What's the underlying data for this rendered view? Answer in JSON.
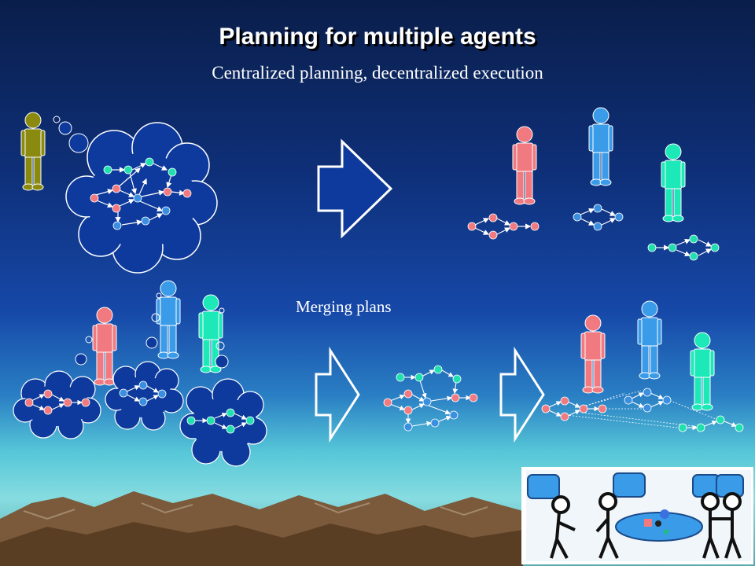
{
  "slide": {
    "title": "Planning for multiple agents",
    "subtitle": "Centralized planning, decentralized execution",
    "merge_label": "Merging plans"
  },
  "colors": {
    "background_top": "#0a1e4a",
    "background_mid": "#1648a8",
    "horizon": "#57c7d8",
    "cloud": "#0d3a9c",
    "agent_olive": "#8a8a10",
    "agent_red": "#f07a80",
    "agent_blue": "#3a9be8",
    "agent_teal": "#1de8b8",
    "node_red": "#f07a80",
    "node_blue": "#3a8fe0",
    "node_teal": "#20e0b0",
    "mountain": "#7a5a3a"
  },
  "icons": [
    "arrow-right-icon",
    "person-icon",
    "thought-cloud-icon",
    "plan-graph-icon",
    "logo-icon"
  ]
}
